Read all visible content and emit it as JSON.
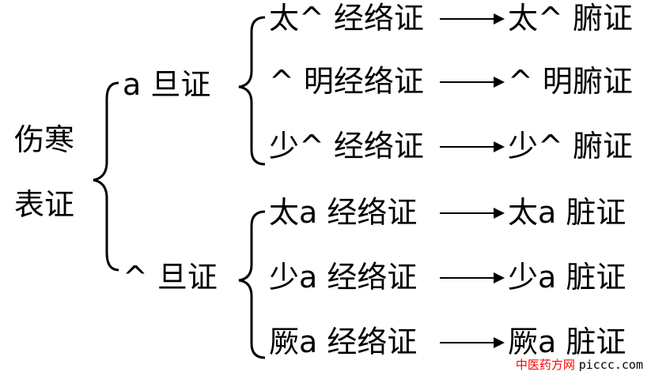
{
  "root": {
    "line1": "伤寒",
    "line2": "表证"
  },
  "branches": [
    {
      "label": "a 旦证",
      "rows": [
        {
          "from": "太^ 经络证",
          "to": "太^ 腑证"
        },
        {
          "from": "^ 明经络证",
          "to": "^ 明腑证"
        },
        {
          "from": "少^ 经络证",
          "to": "少^ 腑证"
        }
      ]
    },
    {
      "label": "^ 旦证",
      "rows": [
        {
          "from": "太a 经络证",
          "to": "太a 脏证"
        },
        {
          "from": "少a 经络证",
          "to": "少a 脏证"
        },
        {
          "from": "厥a 经络证",
          "to": "厥a 脏证"
        }
      ]
    }
  ],
  "watermark": {
    "cn": "中医药方网",
    "en": "piccc.com"
  }
}
